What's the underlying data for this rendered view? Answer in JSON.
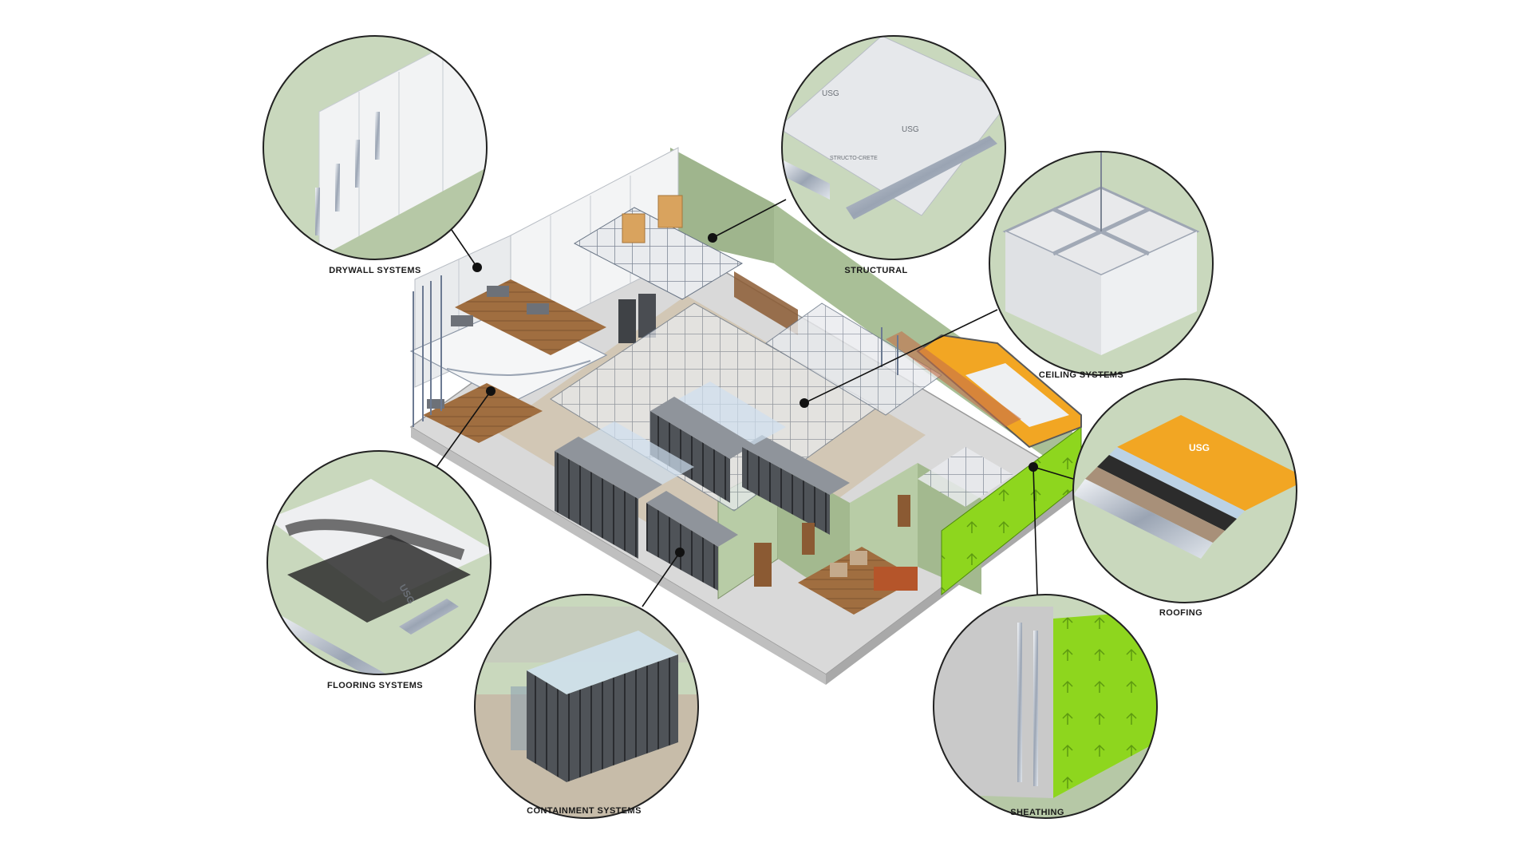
{
  "labels": {
    "drywall": "DRYWALL SYSTEMS",
    "structural": "STRUCTURAL",
    "ceiling": "CEILING SYSTEMS",
    "roofing": "ROOFING",
    "flooring": "FLOORING SYSTEMS",
    "containment": "CONTAINMENT SYSTEMS",
    "sheathing": "SHEATHING"
  },
  "brand_marks": [
    "USG",
    "STRUCTO-CRETE"
  ],
  "colors": {
    "wall_green": "#9fb58d",
    "callout_bg": "#c9d8bd",
    "sheathing_green": "#8ed61e",
    "roof_orange": "#f2a623",
    "wood_floor": "#9c6a3d",
    "server_rack": "#4a4d52",
    "steel": "#c4cad4"
  }
}
